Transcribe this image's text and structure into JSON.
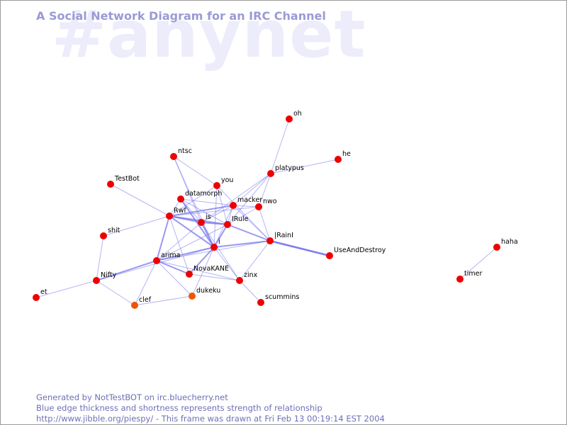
{
  "watermark": "#anynet",
  "title": "A Social Network Diagram for an IRC Channel",
  "footer": {
    "line1": "Generated by NotTestBOT on irc.bluecherry.net",
    "line2": "Blue edge thickness and shortness represents strength of relationship",
    "line3": "http://www.jibble.org/piespy/ - This frame was drawn at Fri Feb 13 00:19:14 EST 2004"
  },
  "colors": {
    "node_default": "#ee0000",
    "node_highlight": "#ee5500",
    "edge": "#7777ee",
    "title": "#9a9ad6",
    "watermark": "#ececfb",
    "footer": "#6f6fb8"
  },
  "nodes": [
    {
      "id": "oh",
      "label": "oh",
      "highlight": false
    },
    {
      "id": "he",
      "label": "he",
      "highlight": false
    },
    {
      "id": "ntsc",
      "label": "ntsc",
      "highlight": false
    },
    {
      "id": "platypus",
      "label": "platypus",
      "highlight": false
    },
    {
      "id": "TestBot",
      "label": "TestBot",
      "highlight": false
    },
    {
      "id": "you",
      "label": "you",
      "highlight": false
    },
    {
      "id": "datamorph",
      "label": "datamorph",
      "highlight": false
    },
    {
      "id": "macker",
      "label": "macker",
      "highlight": false
    },
    {
      "id": "nwo",
      "label": "nwo",
      "highlight": false
    },
    {
      "id": "Rwf",
      "label": "Rwf",
      "highlight": false
    },
    {
      "id": "is",
      "label": "is",
      "highlight": false
    },
    {
      "id": "IRule",
      "label": "IRule",
      "highlight": false
    },
    {
      "id": "shit",
      "label": "shit",
      "highlight": false
    },
    {
      "id": "IRainI",
      "label": "|RainI",
      "highlight": false
    },
    {
      "id": "i",
      "label": "i",
      "highlight": false
    },
    {
      "id": "UseAndDestroy",
      "label": "UseAndDestroy",
      "highlight": false
    },
    {
      "id": "arima",
      "label": "arima",
      "highlight": false
    },
    {
      "id": "NovaKANE",
      "label": "NovaKANE",
      "highlight": false
    },
    {
      "id": "zinx",
      "label": "zinx",
      "highlight": false
    },
    {
      "id": "Nifty",
      "label": "Nifty",
      "highlight": false
    },
    {
      "id": "et",
      "label": "et",
      "highlight": false
    },
    {
      "id": "dukeku",
      "label": "dukeku",
      "highlight": true
    },
    {
      "id": "clef",
      "label": "clef",
      "highlight": true
    },
    {
      "id": "scummins",
      "label": "scummins",
      "highlight": false
    },
    {
      "id": "haha",
      "label": "haha",
      "highlight": false
    },
    {
      "id": "timer",
      "label": "timer",
      "highlight": false
    }
  ],
  "edges": [
    {
      "source": "oh",
      "target": "platypus",
      "weight": 1
    },
    {
      "source": "he",
      "target": "platypus",
      "weight": 1
    },
    {
      "source": "platypus",
      "target": "macker",
      "weight": 1
    },
    {
      "source": "platypus",
      "target": "IRule",
      "weight": 1
    },
    {
      "source": "platypus",
      "target": "is",
      "weight": 1
    },
    {
      "source": "platypus",
      "target": "nwo",
      "weight": 1
    },
    {
      "source": "ntsc",
      "target": "you",
      "weight": 1
    },
    {
      "source": "ntsc",
      "target": "is",
      "weight": 1
    },
    {
      "source": "ntsc",
      "target": "i",
      "weight": 1
    },
    {
      "source": "you",
      "target": "i",
      "weight": 1
    },
    {
      "source": "you",
      "target": "IRainI",
      "weight": 1
    },
    {
      "source": "you",
      "target": "Rwf",
      "weight": 1
    },
    {
      "source": "you",
      "target": "IRule",
      "weight": 1
    },
    {
      "source": "TestBot",
      "target": "Rwf",
      "weight": 1
    },
    {
      "source": "datamorph",
      "target": "Rwf",
      "weight": 1
    },
    {
      "source": "datamorph",
      "target": "is",
      "weight": 1
    },
    {
      "source": "datamorph",
      "target": "i",
      "weight": 2
    },
    {
      "source": "datamorph",
      "target": "macker",
      "weight": 1
    },
    {
      "source": "datamorph",
      "target": "IRule",
      "weight": 1
    },
    {
      "source": "macker",
      "target": "Rwf",
      "weight": 2
    },
    {
      "source": "macker",
      "target": "is",
      "weight": 1
    },
    {
      "source": "macker",
      "target": "i",
      "weight": 1
    },
    {
      "source": "macker",
      "target": "IRule",
      "weight": 1
    },
    {
      "source": "macker",
      "target": "nwo",
      "weight": 1
    },
    {
      "source": "macker",
      "target": "IRainI",
      "weight": 1
    },
    {
      "source": "nwo",
      "target": "Rwf",
      "weight": 1
    },
    {
      "source": "nwo",
      "target": "IRule",
      "weight": 1
    },
    {
      "source": "nwo",
      "target": "IRainI",
      "weight": 1
    },
    {
      "source": "Rwf",
      "target": "is",
      "weight": 2
    },
    {
      "source": "Rwf",
      "target": "IRule",
      "weight": 2
    },
    {
      "source": "Rwf",
      "target": "i",
      "weight": 2
    },
    {
      "source": "Rwf",
      "target": "arima",
      "weight": 2
    },
    {
      "source": "Rwf",
      "target": "shit",
      "weight": 1
    },
    {
      "source": "Rwf",
      "target": "NovaKANE",
      "weight": 1
    },
    {
      "source": "is",
      "target": "IRule",
      "weight": 2
    },
    {
      "source": "is",
      "target": "i",
      "weight": 2
    },
    {
      "source": "is",
      "target": "arima",
      "weight": 1
    },
    {
      "source": "is",
      "target": "zinx",
      "weight": 1
    },
    {
      "source": "IRule",
      "target": "i",
      "weight": 2
    },
    {
      "source": "IRule",
      "target": "IRainI",
      "weight": 2
    },
    {
      "source": "IRule",
      "target": "arima",
      "weight": 1
    },
    {
      "source": "IRainI",
      "target": "i",
      "weight": 2
    },
    {
      "source": "IRainI",
      "target": "UseAndDestroy",
      "weight": 3
    },
    {
      "source": "IRainI",
      "target": "arima",
      "weight": 1
    },
    {
      "source": "IRainI",
      "target": "zinx",
      "weight": 1
    },
    {
      "source": "i",
      "target": "arima",
      "weight": 2
    },
    {
      "source": "i",
      "target": "NovaKANE",
      "weight": 2
    },
    {
      "source": "i",
      "target": "zinx",
      "weight": 1
    },
    {
      "source": "i",
      "target": "dukeku",
      "weight": 1
    },
    {
      "source": "i",
      "target": "Nifty",
      "weight": 1
    },
    {
      "source": "arima",
      "target": "NovaKANE",
      "weight": 2
    },
    {
      "source": "arima",
      "target": "Nifty",
      "weight": 2
    },
    {
      "source": "arima",
      "target": "clef",
      "weight": 1
    },
    {
      "source": "arima",
      "target": "zinx",
      "weight": 1
    },
    {
      "source": "arima",
      "target": "dukeku",
      "weight": 1
    },
    {
      "source": "NovaKANE",
      "target": "zinx",
      "weight": 1
    },
    {
      "source": "zinx",
      "target": "scummins",
      "weight": 1
    },
    {
      "source": "shit",
      "target": "Nifty",
      "weight": 1
    },
    {
      "source": "Nifty",
      "target": "et",
      "weight": 1
    },
    {
      "source": "Nifty",
      "target": "clef",
      "weight": 1
    },
    {
      "source": "clef",
      "target": "dukeku",
      "weight": 1
    },
    {
      "source": "haha",
      "target": "timer",
      "weight": 1
    }
  ]
}
